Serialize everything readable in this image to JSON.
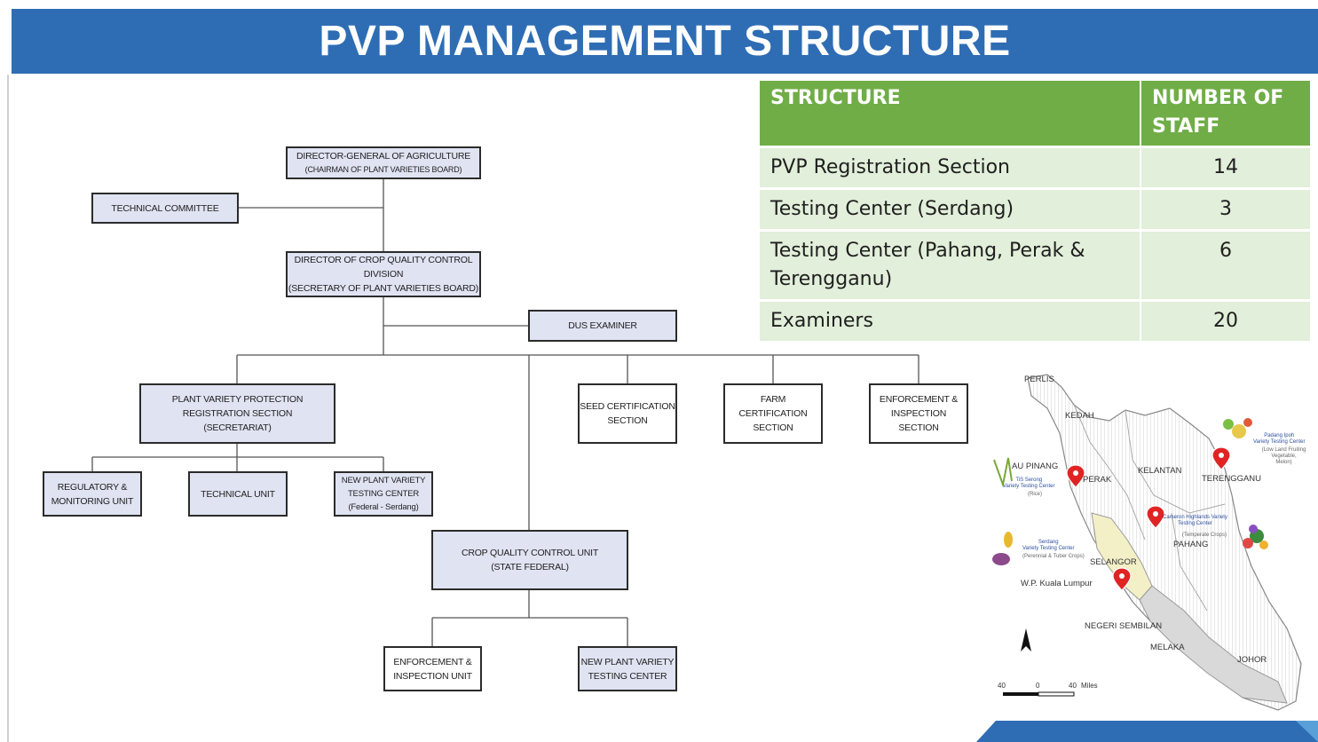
{
  "title": "PVP MANAGEMENT STRUCTURE",
  "org_chart": {
    "director_general": "DIRECTOR-GENERAL OF AGRICULTURE",
    "director_general_sub": "(CHAIRMAN OF PLANT VARIETIES BOARD)",
    "technical_committee": "TECHNICAL COMMITTEE",
    "director_cqc": "DIRECTOR OF CROP QUALITY CONTROL\nDIVISION\n(SECRETARY OF PLANT VARIETIES BOARD)",
    "dus_examiner": "DUS EXAMINER",
    "pvp_registration": "PLANT VARIETY PROTECTION\nREGISTRATION SECTION\n(SECRETARIAT)",
    "seed_certification": "SEED CERTIFICATION\nSECTION",
    "farm_certification": "FARM\nCERTIFICATION\nSECTION",
    "enforcement_section": "ENFORCEMENT &\nINSPECTION\nSECTION",
    "regulatory_unit": "REGULATORY &\nMONITORING UNIT",
    "technical_unit": "TECHNICAL UNIT",
    "npv_center_federal": "NEW PLANT VARIETY\nTESTING CENTER\n(Federal - Serdang)",
    "cqc_unit": "CROP QUALITY CONTROL UNIT\n(STATE FEDERAL)",
    "enforcement_unit": "ENFORCEMENT &\nINSPECTION UNIT",
    "npv_center": "NEW PLANT VARIETY\nTESTING CENTER"
  },
  "staff_table": {
    "headers": [
      "STRUCTURE",
      "NUMBER OF\nSTAFF"
    ],
    "rows": [
      {
        "structure": "PVP Registration Section",
        "staff": "14"
      },
      {
        "structure": "Testing Center (Serdang)",
        "staff": "3"
      },
      {
        "structure": "Testing Center (Pahang, Perak & Terengganu)",
        "staff": "6"
      },
      {
        "structure": "Examiners",
        "staff": "20"
      }
    ]
  },
  "map": {
    "states": {
      "perlis": "PERLIS",
      "kedah": "KEDAH",
      "pulau_pinang": "AU PINANG",
      "perak": "PERAK",
      "kelantan": "KELANTAN",
      "terengganu": "TERENGGANU",
      "pahang": "PAHANG",
      "selangor": "SELANGOR",
      "kuala_lumpur": "W.P. Kuala Lumpur",
      "negeri_sembilan": "NEGERI SEMBILAN",
      "melaka": "MELAKA",
      "johor": "JOHOR"
    },
    "centers": {
      "padang_ipoh": "Padang Ipoh\nVariety Testing Center",
      "padang_ipoh_sub": "(Low Land Fruiting Vegetable,\nMelon)",
      "tis_serong": "TiS Serong\nVariety Testing Center",
      "tis_serong_sub": "(Rice)",
      "cameron": "Cameron Highlands Variety\nTesting Center",
      "cameron_sub": "(Temperate Crops)",
      "serdang": "Serdang\nVariety Testing Center",
      "serdang_sub": "(Perennial & Tuber Crops)"
    },
    "scale": {
      "left": "40",
      "zero": "0",
      "right": "40",
      "unit": "Miles"
    },
    "colors": {
      "pin": "#e02424",
      "selangor": "#f3f0c8",
      "hatch": "#cccccc"
    }
  },
  "colors": {
    "title_bar": "#2e6db4",
    "table_header": "#70ad47",
    "table_row": "#e2efda",
    "box_fill": "#dfe3f2"
  }
}
